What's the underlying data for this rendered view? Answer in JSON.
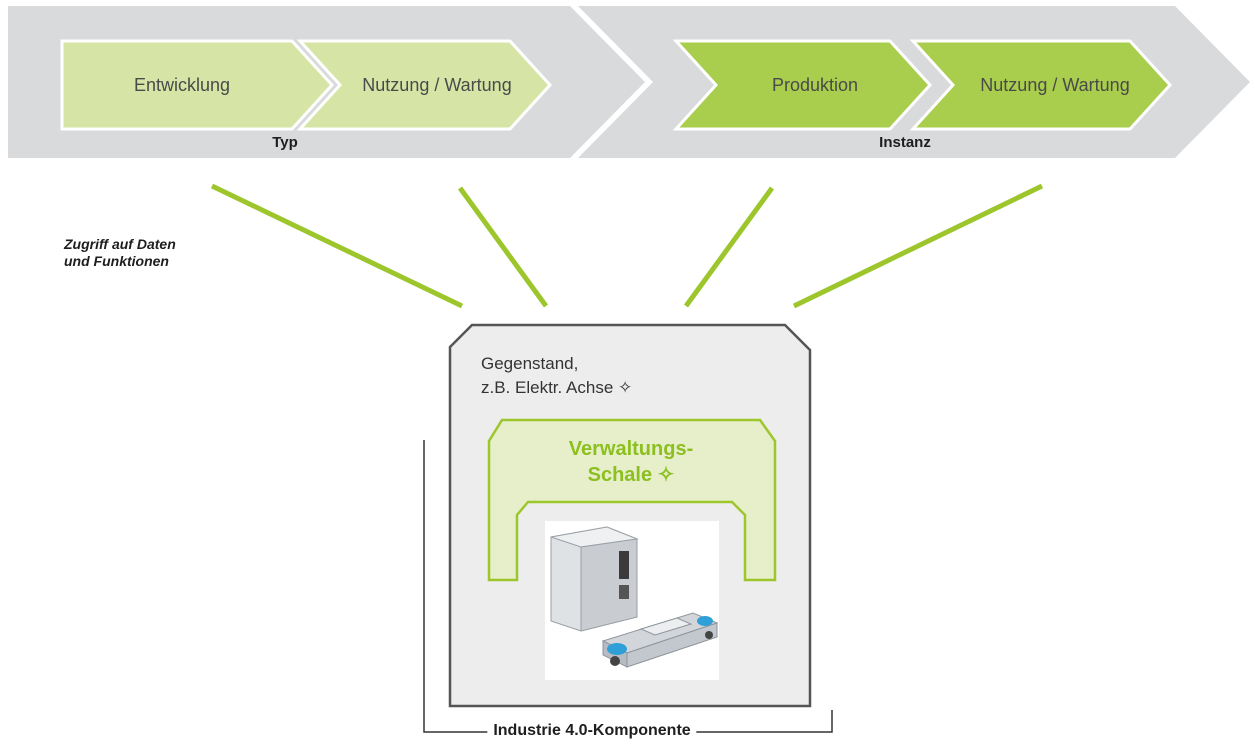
{
  "lifecycle": {
    "type_label": "Typ",
    "instance_label": "Instanz",
    "stages": [
      {
        "label": "Entwicklung"
      },
      {
        "label": "Nutzung / Wartung"
      },
      {
        "label": "Produktion"
      },
      {
        "label": "Nutzung / Wartung"
      }
    ]
  },
  "access_note": {
    "line1": "Zugriff auf Daten",
    "line2": "und Funktionen"
  },
  "asset": {
    "line1": "Gegenstand,",
    "line2": "z.B. Elektr. Achse ✧"
  },
  "admin_shell": {
    "line1": "Verwaltungs-",
    "line2": "Schale ✧"
  },
  "component_label": "Industrie 4.0-Komponente",
  "colors": {
    "band_gray": "#d9dadb",
    "type_stage_fill": "#d6e5a6",
    "instance_stage_fill": "#a9cd4c",
    "connector_green": "#9dc62d",
    "shell_outline": "#9dc62d",
    "shell_fill": "#e6efc9",
    "asset_fill": "#ededed",
    "asset_border": "#555555"
  }
}
